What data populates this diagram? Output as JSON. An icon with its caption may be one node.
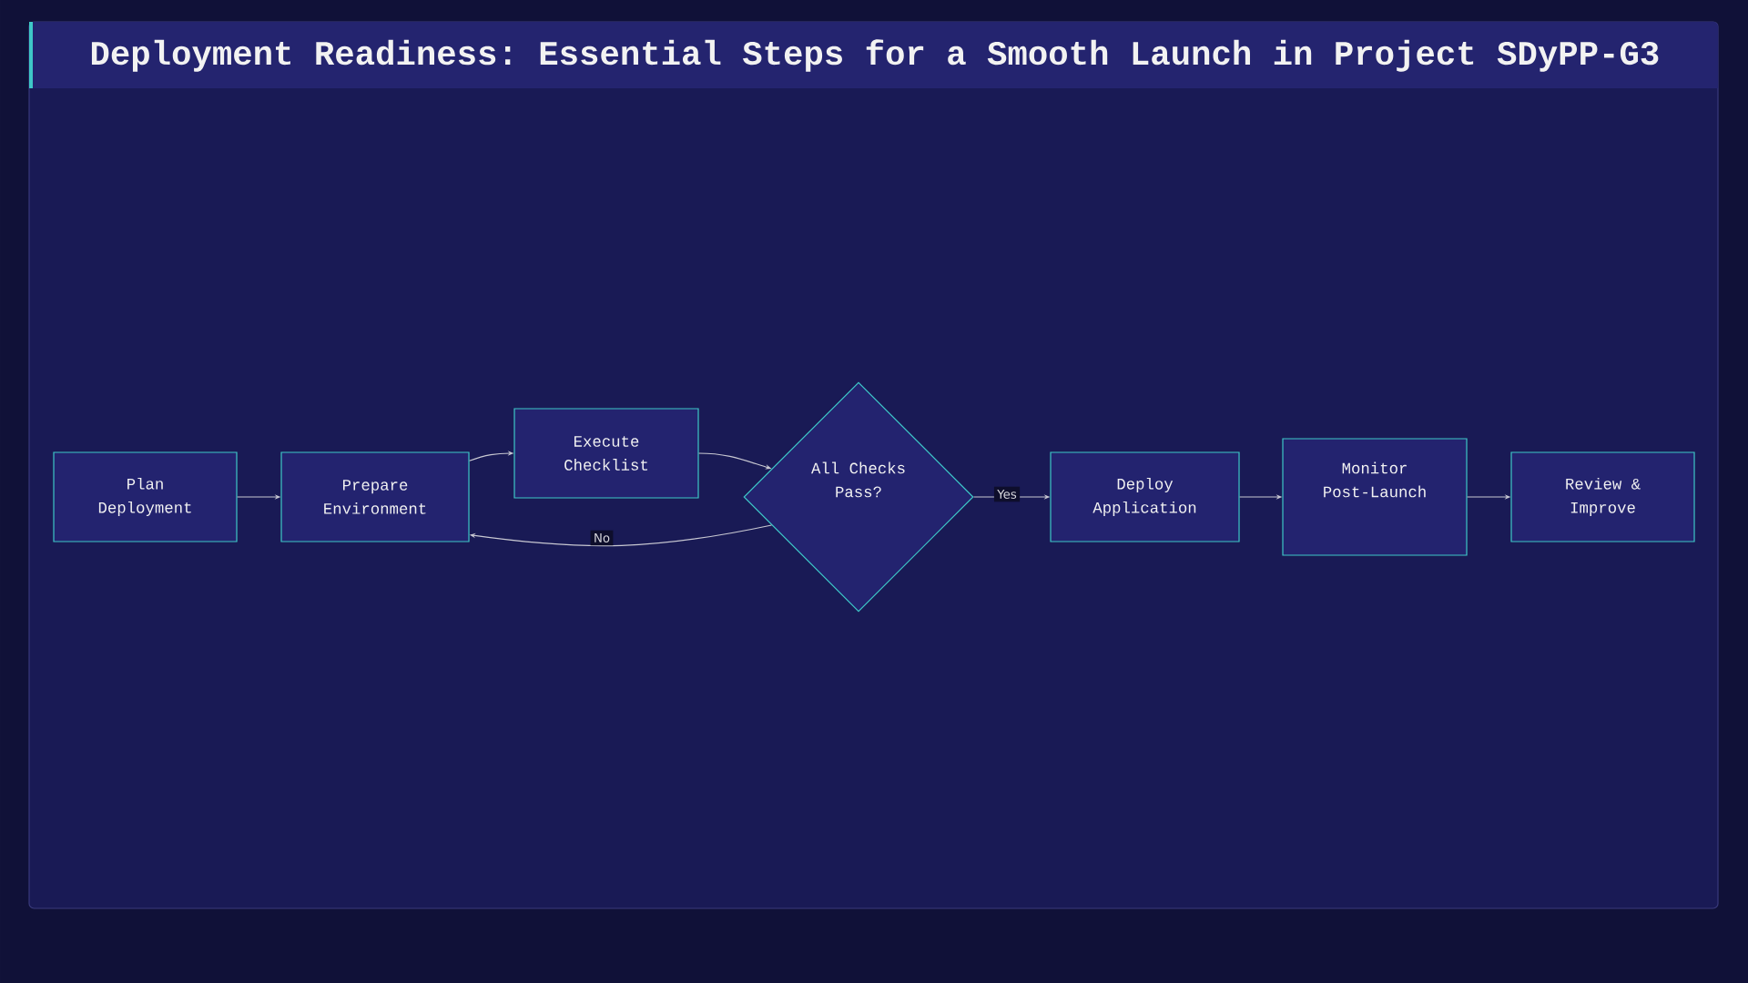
{
  "diagram": {
    "title": "Deployment Readiness: Essential Steps for a Smooth Launch in Project SDyPP-G3",
    "nodes": [
      {
        "text": [
          "Plan Deployment"
        ]
      },
      {
        "text": [
          "Prepare Environment"
        ]
      },
      {
        "text": [
          "Execute Checklist"
        ]
      },
      {
        "text": [
          "All Checks Pass?"
        ]
      },
      {
        "text": [
          "Deploy Application"
        ]
      },
      {
        "text": [
          "Monitor Post-Launch"
        ]
      },
      {
        "text": [
          "Review & Improve"
        ]
      }
    ],
    "edges": [
      {
        "from": 0,
        "to": 1,
        "arrow": "to"
      },
      {
        "from": 1,
        "to": 2,
        "arrow": "to"
      },
      {
        "from": 2,
        "to": 3,
        "arrow": "to"
      },
      {
        "from": 3,
        "to": 1,
        "arrow": "to",
        "label": "No"
      },
      {
        "from": 3,
        "to": 4,
        "arrow": "to",
        "label": "Yes"
      },
      {
        "from": 4,
        "to": 5,
        "arrow": "to"
      },
      {
        "from": 5,
        "to": 6,
        "arrow": "to"
      }
    ]
  }
}
